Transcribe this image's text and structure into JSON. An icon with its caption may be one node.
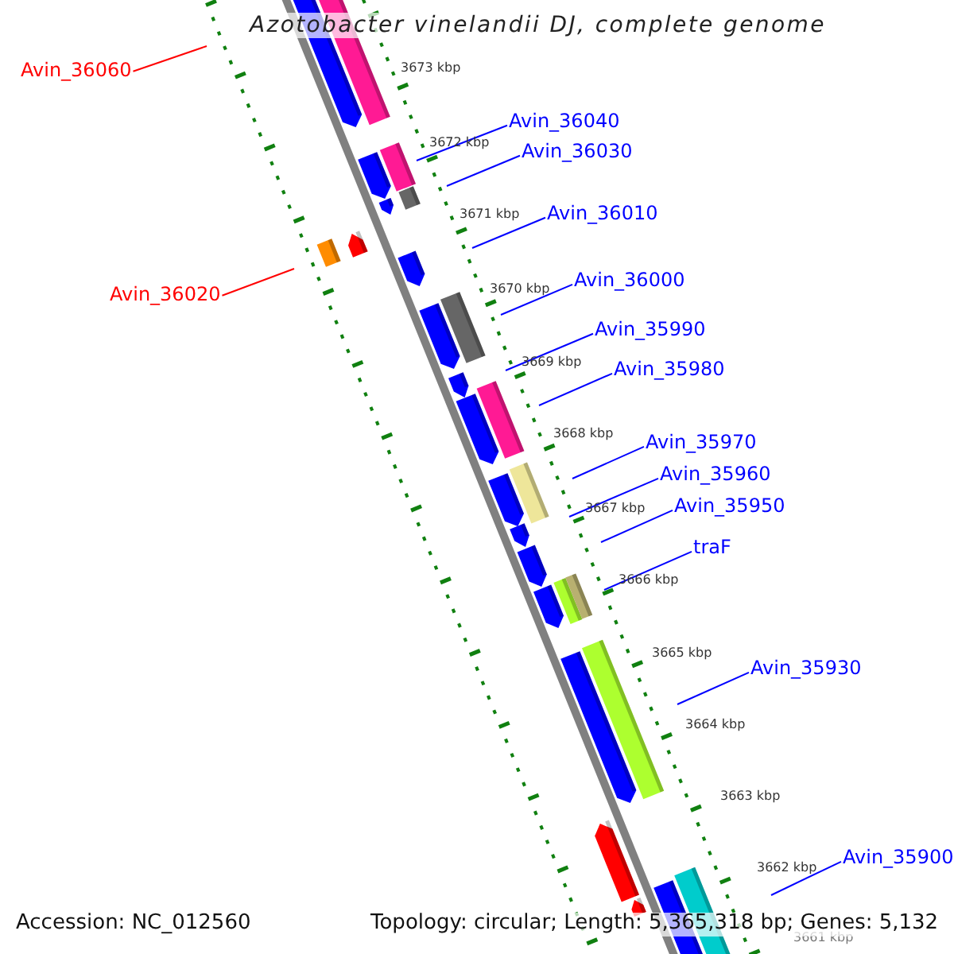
{
  "diagram": {
    "title": "Azotobacter vinelandii DJ, complete genome",
    "nodes": [
      {
        "text": [
          "Avin_36060"
        ]
      },
      {
        "text": [
          "Avin_36040"
        ]
      },
      {
        "text": [
          "Avin_36030"
        ]
      },
      {
        "text": [
          "Avin_36010"
        ]
      },
      {
        "text": [
          "Avin_36000"
        ]
      },
      {
        "text": [
          "Avin_36020"
        ]
      },
      {
        "text": [
          "Avin_35990"
        ]
      },
      {
        "text": [
          "Avin_35980"
        ]
      },
      {
        "text": [
          "Avin_35970"
        ]
      },
      {
        "text": [
          "Avin_35960"
        ]
      },
      {
        "text": [
          "Avin_35950"
        ]
      },
      {
        "text": [
          "traF"
        ]
      },
      {
        "text": [
          "Avin_35930"
        ]
      },
      {
        "text": [
          "Avin_35900"
        ]
      }
    ],
    "edges": [
      {
        "from": 0,
        "to": null,
        "arrow": "none",
        "color": "#ff0000"
      },
      {
        "from": 1,
        "to": null,
        "arrow": "none"
      },
      {
        "from": 2,
        "to": null,
        "arrow": "none"
      },
      {
        "from": 3,
        "to": null,
        "arrow": "none"
      },
      {
        "from": 4,
        "to": null,
        "arrow": "none"
      },
      {
        "from": 5,
        "to": null,
        "arrow": "none",
        "color": "#ff0000"
      },
      {
        "from": 6,
        "to": null,
        "arrow": "none"
      },
      {
        "from": 7,
        "to": null,
        "arrow": "none"
      },
      {
        "from": 8,
        "to": null,
        "arrow": "none"
      },
      {
        "from": 9,
        "to": null,
        "arrow": "none"
      },
      {
        "from": 10,
        "to": null,
        "arrow": "none"
      },
      {
        "from": 11,
        "to": null,
        "arrow": "none"
      },
      {
        "from": 12,
        "to": null,
        "arrow": "none"
      },
      {
        "from": 13,
        "to": null,
        "arrow": "none"
      }
    ],
    "labels": [
      "3673 kbp",
      "3672 kbp",
      "3671 kbp",
      "3670 kbp",
      "3669 kbp",
      "3668 kbp",
      "3667 kbp",
      "3666 kbp",
      "3665 kbp",
      "3664 kbp",
      "3663 kbp",
      "3662 kbp",
      "3661 kbp",
      "Accession: NC_012560",
      "Topology: circular; Length: 5,365,318 bp; Genes: 5,132"
    ]
  }
}
